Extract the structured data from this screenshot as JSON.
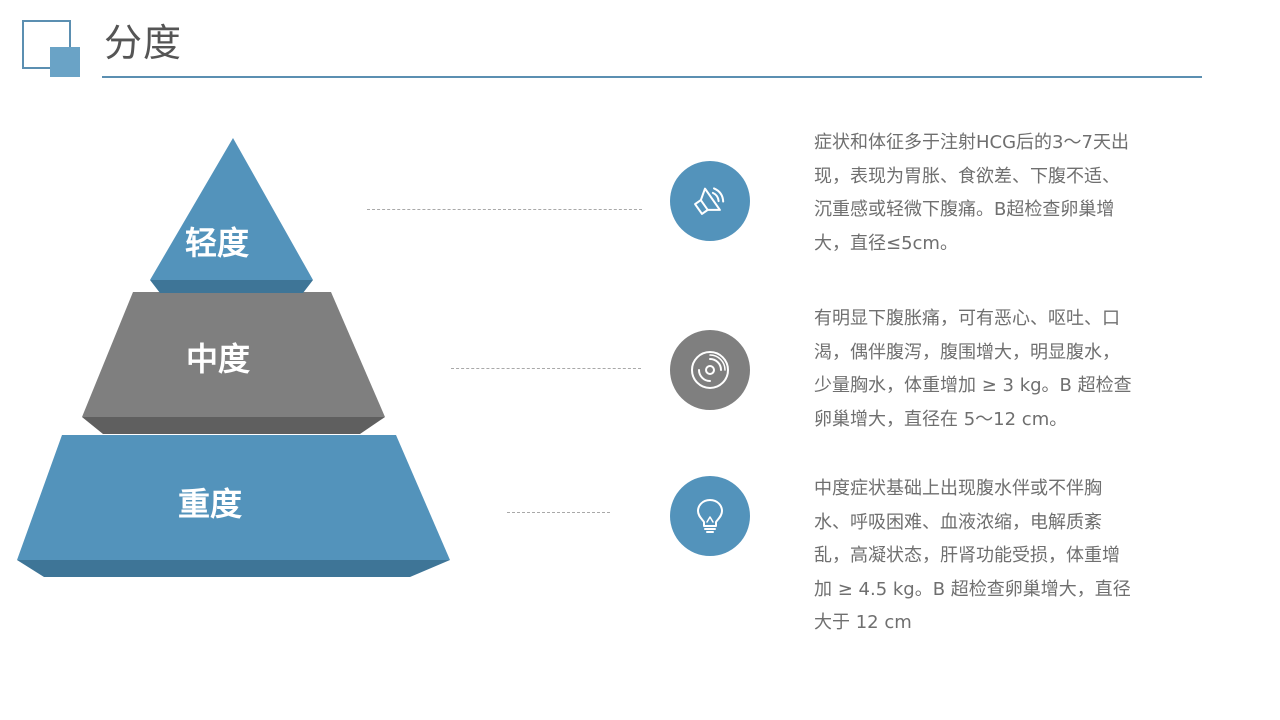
{
  "header": {
    "title": "分度"
  },
  "levels": [
    {
      "label": "轻度",
      "color": "#5393bb",
      "icon": "speaker-icon",
      "description": "症状和体征多于注射HCG后的3～7天出现，表现为胃胀、食欲差、下腹不适、沉重感或轻微下腹痛。B超检查卵巢增大，直径≤5cm。"
    },
    {
      "label": "中度",
      "color": "#7f7f7f",
      "icon": "disc-icon",
      "description": "有明显下腹胀痛，可有恶心、呕吐、口渴，偶伴腹泻，腹围增大，明显腹水，少量胸水，体重增加 ≥ 3 kg。B 超检查卵巢增大，直径在 5～12 cm。"
    },
    {
      "label": "重度",
      "color": "#5393bb",
      "icon": "lightbulb-icon",
      "description": "中度症状基础上出现腹水伴或不伴胸水、呼吸困难、血液浓缩，电解质紊乱，高凝状态，肝肾功能受损，体重增加 ≥ 4.5 kg。B 超检查卵巢增大，直径大于 12 cm"
    }
  ],
  "colors": {
    "accent": "#5393bb",
    "gray": "#7f7f7f",
    "title_line": "#5b8fb1"
  }
}
